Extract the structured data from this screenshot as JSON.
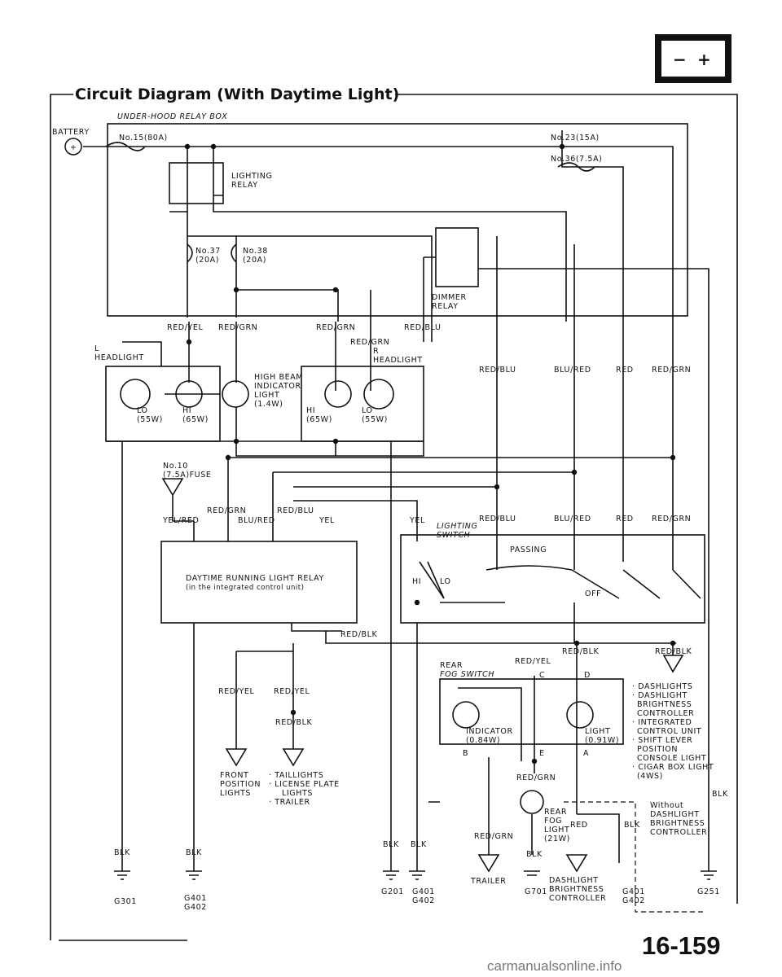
{
  "title": "Circuit Diagram (With Daytime Light)",
  "page_number": "16-159",
  "watermark": "carmanualsonline.info",
  "battery_icon_glyphs": [
    "−",
    "+"
  ],
  "labels": {
    "battery": "BATTERY",
    "underhood": "UNDER-HOOD RELAY BOX",
    "fuse15": "No.15(80A)",
    "fuse23": "No.23(15A)",
    "fuse36": "No.36(7.5A)",
    "lighting_relay": [
      "LIGHTING",
      "RELAY"
    ],
    "fuse37": [
      "No.37",
      "(20A)"
    ],
    "fuse38": [
      "No.38",
      "(20A)"
    ],
    "dimmer_relay": [
      "DIMMER",
      "RELAY"
    ],
    "w_redyel_1": "RED/YEL",
    "w_redgrn_1": "RED/GRN",
    "w_redgrn_2": "RED/GRN",
    "w_redblu_1": "RED/BLU",
    "w_redgrn_3": "RED/GRN",
    "l_headlight": [
      "L",
      "HEADLIGHT"
    ],
    "r_headlight": [
      "R",
      "HEADLIGHT"
    ],
    "high_beam": [
      "HIGH BEAM",
      "INDICATOR",
      "LIGHT",
      "(1.4W)"
    ],
    "lo55_l": [
      "LO",
      "(55W)"
    ],
    "hi65_l": [
      "HI",
      "(65W)"
    ],
    "hi65_r": [
      "HI",
      "(65W)"
    ],
    "lo55_r": [
      "LO",
      "(55W)"
    ],
    "w_redblu_2": "RED/BLU",
    "w_blured_1": "BLU/RED",
    "w_red_1": "RED",
    "w_redgrn_4": "RED/GRN",
    "fuse10": [
      "No.10",
      "(7.5A)FUSE"
    ],
    "w_redgrn_5": "RED/GRN",
    "w_redblu_3": "RED/BLU",
    "w_yelred": "YEL/RED",
    "w_blured_2": "BLU/RED",
    "w_yel_1": "YEL",
    "w_yel_2": "YEL",
    "lighting_switch": [
      "LIGHTING",
      "SWITCH"
    ],
    "w_redblu_4": "RED/BLU",
    "w_blured_3": "BLU/RED",
    "w_red_2": "RED",
    "w_redgrn_6": "RED/GRN",
    "passing": "PASSING",
    "drl_relay": [
      "DAYTIME RUNNING LIGHT RELAY",
      "(in the integrated control unit)"
    ],
    "hi": "HI",
    "lo": "LO",
    "off": "OFF",
    "w_redblk_1": "RED/BLK",
    "w_redblk_2": "RED/BLK",
    "w_redblk_3": "RED/BLK",
    "rear_fog_switch": [
      "REAR",
      "FOG SWITCH"
    ],
    "w_redyel_2": "RED/YEL",
    "pin_c": "C",
    "pin_d": "D",
    "pin_b": "B",
    "pin_e": "E",
    "pin_a": "A",
    "indicator": [
      "INDICATOR",
      "(0.84W)"
    ],
    "light": [
      "LIGHT",
      "(0.91W)"
    ],
    "dash_list": [
      "· DASHLIGHTS",
      "· DASHLIGHT",
      "BRIGHTNESS",
      "CONTROLLER",
      "· INTEGRATED",
      "CONTROL UNIT",
      "· SHIFT LEVER",
      "POSITION",
      "CONSOLE LIGHT",
      "· CIGAR BOX LIGHT",
      "(4WS)"
    ],
    "w_redyel_3": "RED/YEL",
    "w_redyel_4": "RED/YEL",
    "w_redblk_4": "RED/BLK",
    "front_position": [
      "FRONT",
      "POSITION",
      "LIGHTS"
    ],
    "tail_list": [
      "· TAILLIGHTS",
      "· LICENSE PLATE",
      "LIGHTS",
      "· TRAILER"
    ],
    "w_redgrn_7": "RED/GRN",
    "w_redgrn_8": "RED/GRN",
    "rear_fog_light": [
      "REAR",
      "FOG",
      "LIGHT",
      "(21W)"
    ],
    "w_red_3": "RED",
    "w_blk_1": "BLK",
    "w_blk_2": "BLK",
    "w_blk_3": "BLK",
    "w_blk_4": "BLK",
    "w_blk_5": "BLK",
    "w_blk_6": "BLK",
    "w_blk_7": "BLK",
    "without": [
      "Without",
      "DASHLIGHT",
      "BRIGHTNESS",
      "CONTROLLER"
    ],
    "trailer": "TRAILER",
    "dash_bright": [
      "DASHLIGHT",
      "BRIGHTNESS",
      "CONTROLLER"
    ],
    "g301": "G301",
    "g401a": [
      "G401",
      "G402"
    ],
    "g201": "G201",
    "g401b": [
      "G401",
      "G402"
    ],
    "g701": "G701",
    "g401c": [
      "G401",
      "G402"
    ],
    "g251": "G251"
  }
}
